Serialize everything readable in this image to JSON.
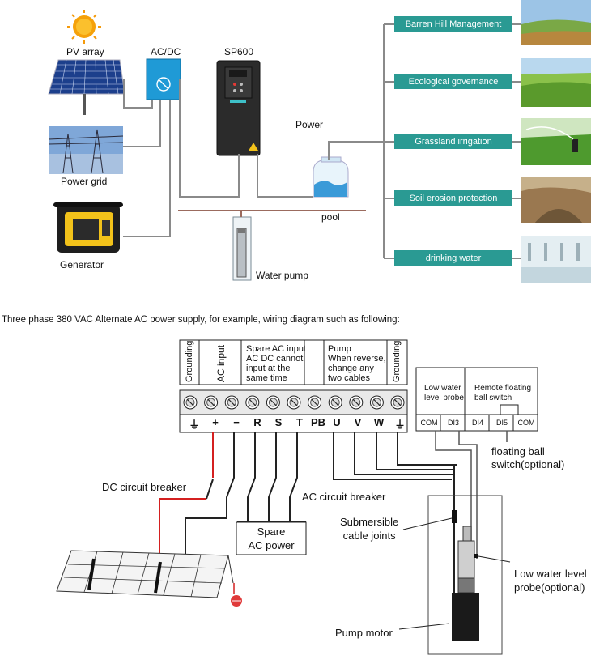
{
  "top_diagram": {
    "pv_array": "PV array",
    "acdc": "AC/DC",
    "inverter": "SP600",
    "power": "Power",
    "power_grid": "Power grid",
    "generator": "Generator",
    "pool": "pool",
    "water_pump": "Water pump",
    "applications": [
      "Barren Hill Management",
      "Ecological governance",
      "Grassland irrigation",
      "Soil erosion protection",
      "drinking water"
    ]
  },
  "caption": "Three phase 380 VAC Alternate AC power supply, for example, wiring diagram such as following:",
  "wiring": {
    "headers": {
      "grounding_left": "Grounding",
      "ac_input": "AC input",
      "spare": [
        "Spare AC input",
        "AC DC cannot",
        "input at the",
        "same time"
      ],
      "pump": [
        "Pump",
        "When reverse,",
        "change any",
        "two cables"
      ],
      "grounding_right": "Grounding"
    },
    "terminals": [
      "⏚",
      "+",
      "−",
      "R",
      "S",
      "T",
      "PB",
      "U",
      "V",
      "W",
      "⏚"
    ],
    "di_block": {
      "low_water": [
        "Low water",
        "level probe"
      ],
      "remote": [
        "Remote floating",
        "ball switch"
      ],
      "terminals": [
        "COM",
        "DI3",
        "DI4",
        "DI5",
        "COM"
      ]
    },
    "labels": {
      "dc_breaker": "DC circuit breaker",
      "ac_breaker": "AC circuit breaker",
      "spare_power": [
        "Spare",
        "AC power"
      ],
      "cable_joints": [
        "Submersible",
        "cable joints"
      ],
      "float_switch": [
        "floating ball",
        "switch(optional)"
      ],
      "low_probe": [
        "Low water level",
        "probe(optional)"
      ],
      "pump_motor": "Pump motor"
    }
  },
  "colors": {
    "teal": "#2a9a93",
    "acdc_blue": "#1f9ad6",
    "wire_grey": "#8a8a8a",
    "pipe_brown": "#9b6b5e",
    "dc_red": "#d42020"
  }
}
